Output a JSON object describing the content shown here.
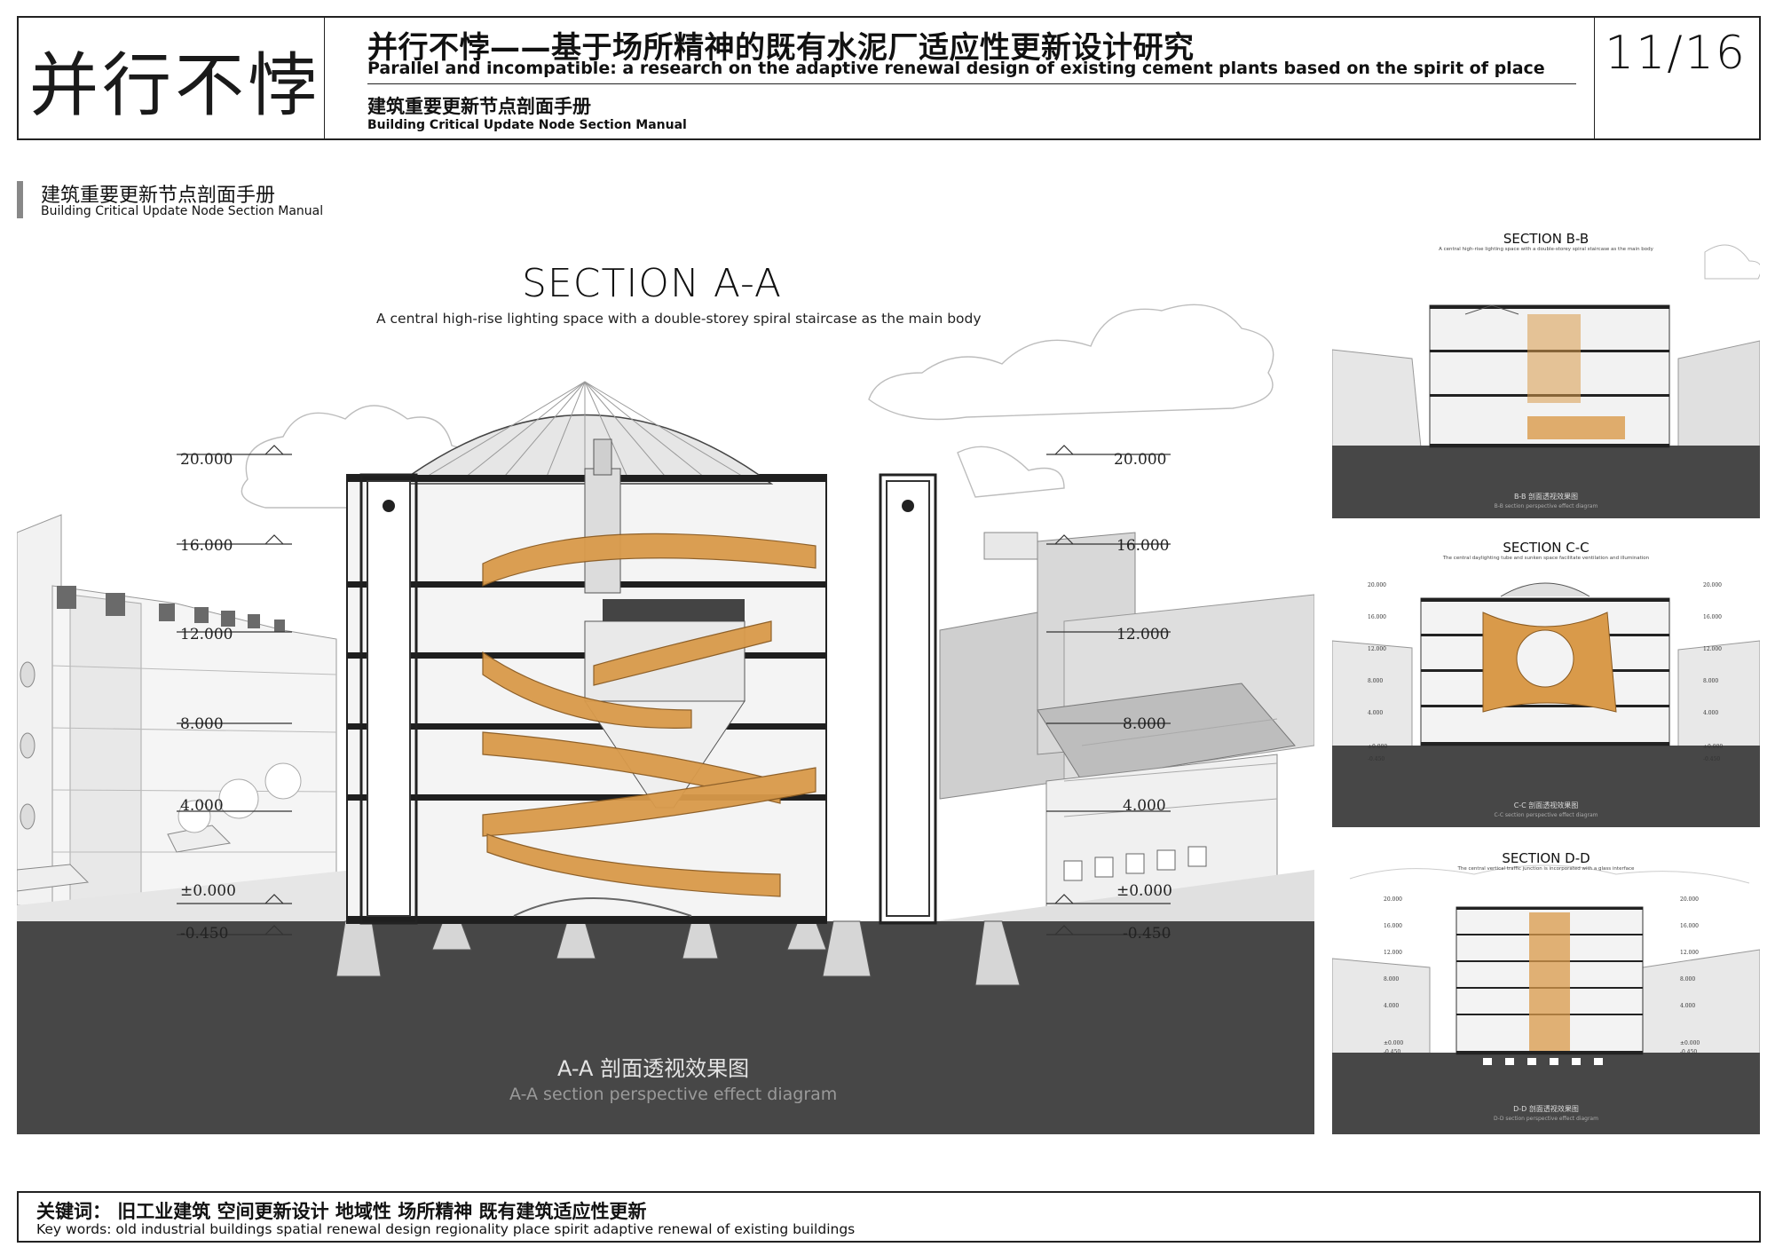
{
  "header": {
    "brand": "并行不悖",
    "title_cn": "并行不悖——基于场所精神的既有水泥厂适应性更新设计研究",
    "title_en": "Parallel and incompatible: a research on the adaptive renewal design of existing cement plants based on the spirit of place",
    "subtitle_cn": "建筑重要更新节点剖面手册",
    "subtitle_en": "Building Critical Update Node Section Manual",
    "page": "11/16"
  },
  "section_label": {
    "cn": "建筑重要更新节点剖面手册",
    "en": "Building Critical Update Node Section Manual"
  },
  "main": {
    "title": "SECTION A-A",
    "subtitle": "A central high-rise lighting space with a double-storey spiral staircase as the main body",
    "caption_cn": "A-A 剖面透视效果图",
    "caption_en": "A-A section perspective effect diagram",
    "elevations_left": [
      "20.000",
      "16.000",
      "12.000",
      "8.000",
      "4.000",
      "±0.000",
      "-0.450"
    ],
    "elevations_right": [
      "20.000",
      "16.000",
      "12.000",
      "8.000",
      "4.000",
      "±0.000",
      "-0.450"
    ]
  },
  "side_sections": [
    {
      "title": "SECTION B-B",
      "subtitle": "A central high-rise lighting space with a double-storey spiral staircase as the main body",
      "caption_cn": "B-B 剖面透视效果图",
      "caption_en": "B-B section perspective effect diagram"
    },
    {
      "title": "SECTION C-C",
      "subtitle": "The central daylighting tube and sunken space facilitate ventilation and illumination",
      "caption_cn": "C-C 剖面透视效果图",
      "caption_en": "C-C section perspective effect diagram",
      "elevations": [
        "20.000",
        "16.000",
        "12.000",
        "8.000",
        "4.000",
        "±0.000",
        "-0.450"
      ]
    },
    {
      "title": "SECTION D-D",
      "subtitle": "The central vertical traffic junction is incorporated with a glass interface",
      "caption_cn": "D-D 剖面透视效果图",
      "caption_en": "D-D section perspective effect diagram",
      "elevations": [
        "20.000",
        "16.000",
        "12.000",
        "8.000",
        "4.000",
        "±0.000",
        "-0.450"
      ]
    }
  ],
  "footer": {
    "keywords_cn": "关键词：  旧工业建筑    空间更新设计    地域性    场所精神    既有建筑适应性更新",
    "keywords_en": "Key words: old industrial buildings    spatial renewal design    regionality place spirit    adaptive renewal of existing buildings"
  },
  "colors": {
    "ground": "#474747",
    "accent_stair": "#d99a4a",
    "line": "#222222"
  }
}
